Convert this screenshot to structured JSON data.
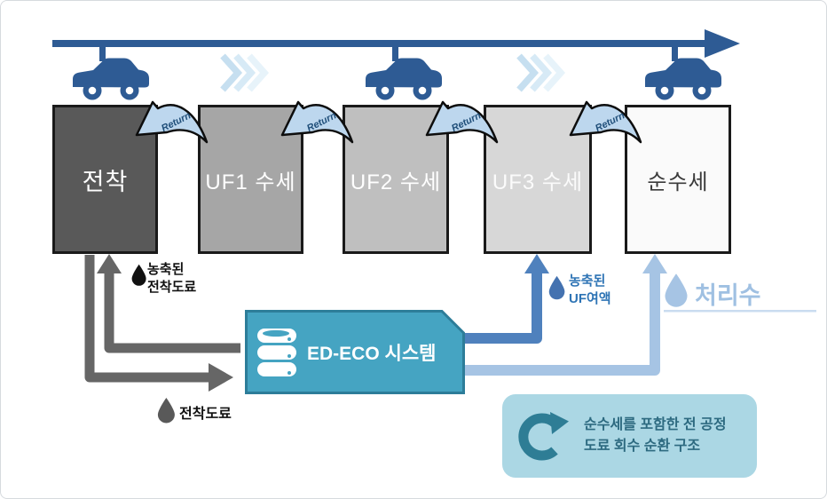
{
  "conveyor": {
    "car_icon": "car-icon",
    "car_count": 3,
    "chevron_icon": "chevron-right-icon",
    "color": "#2e5b94",
    "chevron_colors": [
      "#c6dff0",
      "#d7eaf6",
      "#e7f3fa"
    ]
  },
  "tanks": [
    {
      "label": "전착",
      "fill": "#595959",
      "text_color": "#ffffff"
    },
    {
      "label": "UF1 수세",
      "fill": "#a6a6a6",
      "text_color": "#ffffff"
    },
    {
      "label": "UF2 수세",
      "fill": "#bfbfbf",
      "text_color": "#ffffff"
    },
    {
      "label": "UF3 수세",
      "fill": "#d7d7d7",
      "text_color": "#fbfbfb"
    },
    {
      "label": "순수세",
      "fill": "#fafafa",
      "text_color": "#3a3a3a"
    }
  ],
  "return_label": "Return",
  "return_style": {
    "fill": "#bdd7ee",
    "outline": "#0d0d0d",
    "text_color": "#1f4e79"
  },
  "flows": {
    "concentrated_ed_paint": {
      "line1": "농축된",
      "line2": "전착도료",
      "droplet_icon": "droplet-icon",
      "droplet_color": "#111111",
      "text_color": "#111111",
      "arrow_color": "#666666"
    },
    "ed_paint": {
      "label": "전착도료",
      "droplet_icon": "droplet-icon",
      "droplet_color": "#595959",
      "text_color": "#111111",
      "arrow_color": "#666666"
    },
    "concentrated_uf": {
      "line1": "농축된",
      "line2": "UF여액",
      "droplet_icon": "droplet-icon",
      "droplet_color": "#4472b0",
      "text_color": "#2e74b5",
      "arrow_color": "#4f81bd"
    },
    "treated_water": {
      "label": "처리수",
      "droplet_icon": "droplet-icon",
      "droplet_color": "#a6c4e4",
      "text_color": "#9fc0e2",
      "arrow_color": "#a6c4e4",
      "underline_color": "#cadcf0"
    }
  },
  "system_box": {
    "label": "ED-ECO 시스템",
    "icon": "database-icon",
    "fill": "#45a4c2",
    "border": "#2d7d99",
    "text_color": "#ffffff"
  },
  "note_box": {
    "line1": "순수세를 포함한 전 공정",
    "line2": "도료 회수 순환 구조",
    "icon": "recycle-icon",
    "fill": "#abd7e4",
    "text_color": "#2d6a80",
    "icon_color": "#2e7d95"
  }
}
